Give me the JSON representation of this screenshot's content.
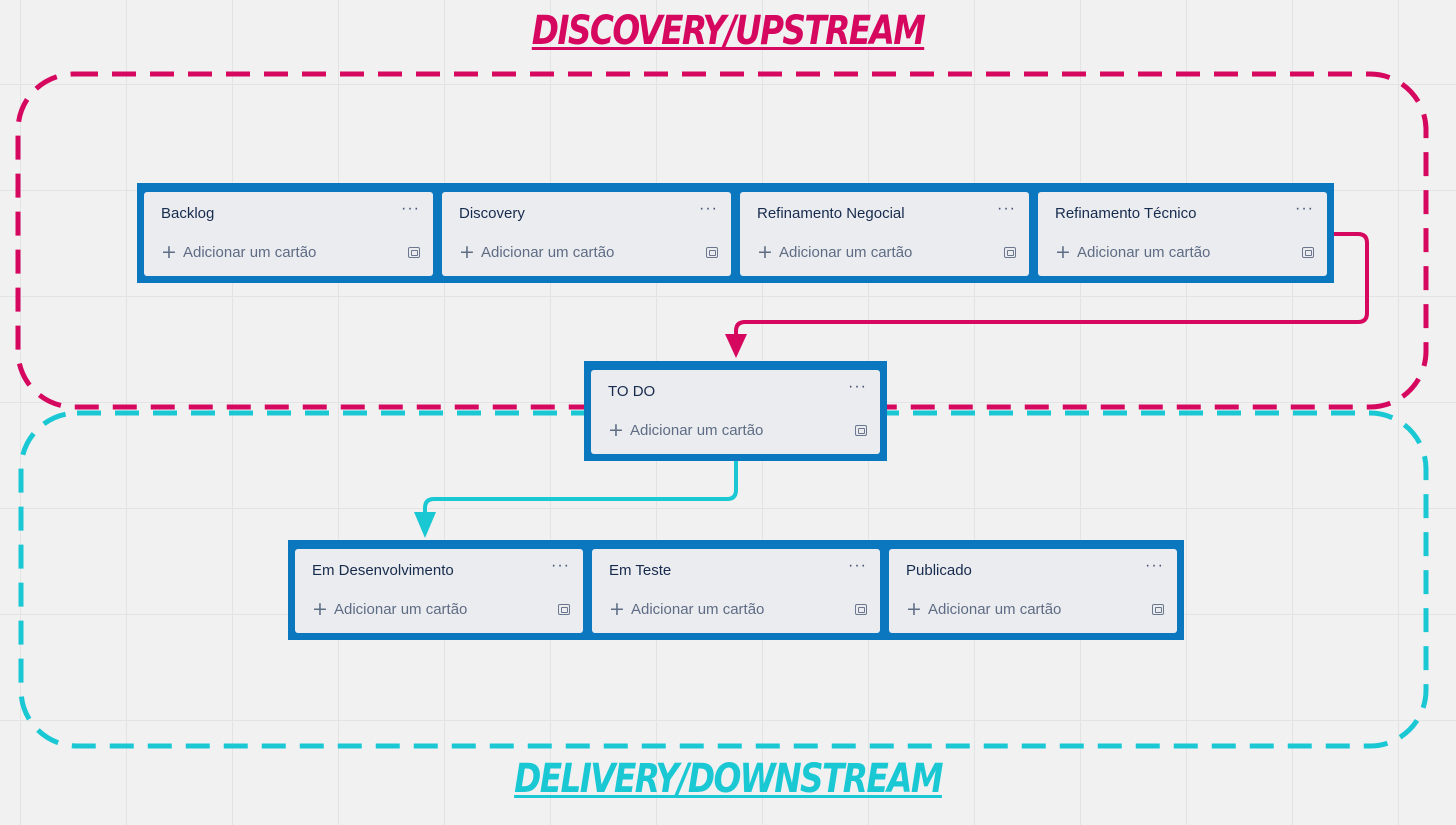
{
  "headings": {
    "upstream": "Discovery/Upstream",
    "downstream": "Delivery/Downstream"
  },
  "colors": {
    "upstream": "#d6075f",
    "downstream": "#1ac8d4",
    "board": "#0a77bf",
    "list": "#ebecf0"
  },
  "common": {
    "add_card": "Adicionar um cartão",
    "plus_icon": "+",
    "menu_icon": "···"
  },
  "boards": {
    "upstream": {
      "lists": [
        {
          "title": "Backlog"
        },
        {
          "title": "Discovery"
        },
        {
          "title": "Refinamento Negocial"
        },
        {
          "title": "Refinamento Técnico"
        }
      ]
    },
    "todo": {
      "lists": [
        {
          "title": "TO DO"
        }
      ]
    },
    "downstream": {
      "lists": [
        {
          "title": "Em Desenvolvimento"
        },
        {
          "title": "Em Teste"
        },
        {
          "title": "Publicado"
        }
      ]
    }
  }
}
